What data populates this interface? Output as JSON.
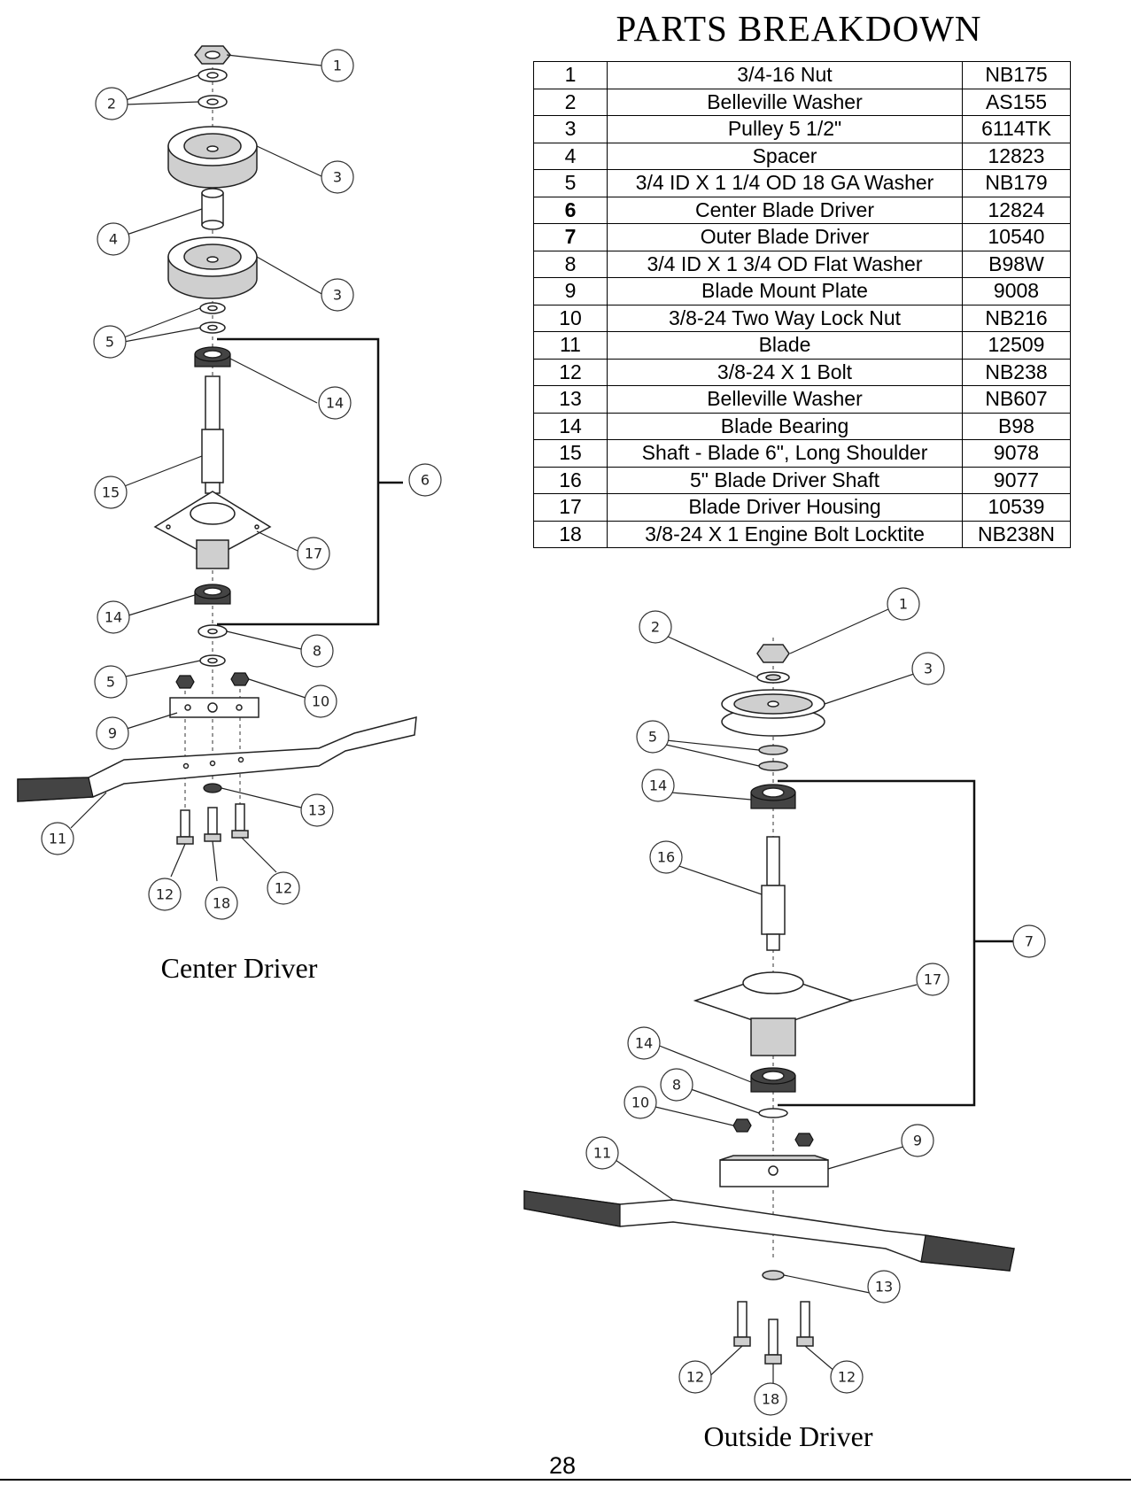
{
  "title": "PARTS BREAKDOWN",
  "parts": [
    {
      "num": "1",
      "desc": "3/4-16 Nut",
      "part": "NB175"
    },
    {
      "num": "2",
      "desc": "Belleville Washer",
      "part": "AS155"
    },
    {
      "num": "3",
      "desc": "Pulley 5 1/2\"",
      "part": "6114TK"
    },
    {
      "num": "4",
      "desc": "Spacer",
      "part": "12823"
    },
    {
      "num": "5",
      "desc": "3/4 ID X 1 1/4 OD 18 GA Washer",
      "part": "NB179"
    },
    {
      "num": "6",
      "desc": "Center Blade Driver",
      "part": "12824"
    },
    {
      "num": "7",
      "desc": "Outer Blade Driver",
      "part": "10540"
    },
    {
      "num": "8",
      "desc": "3/4 ID X 1 3/4 OD Flat Washer",
      "part": "B98W"
    },
    {
      "num": "9",
      "desc": "Blade Mount Plate",
      "part": "9008"
    },
    {
      "num": "10",
      "desc": "3/8-24 Two Way Lock Nut",
      "part": "NB216"
    },
    {
      "num": "11",
      "desc": "Blade",
      "part": "12509"
    },
    {
      "num": "12",
      "desc": "3/8-24 X 1 Bolt",
      "part": "NB238"
    },
    {
      "num": "13",
      "desc": "Belleville Washer",
      "part": "NB607"
    },
    {
      "num": "14",
      "desc": "Blade Bearing",
      "part": "B98"
    },
    {
      "num": "15",
      "desc": "Shaft - Blade 6\", Long Shoulder",
      "part": "9078"
    },
    {
      "num": "16",
      "desc": "5\" Blade Driver Shaft",
      "part": "9077"
    },
    {
      "num": "17",
      "desc": "Blade Driver Housing",
      "part": "10539"
    },
    {
      "num": "18",
      "desc": "3/8-24 X 1 Engine Bolt Locktite",
      "part": "NB238N"
    }
  ],
  "center_driver": {
    "caption": "Center Driver",
    "callouts": [
      "1",
      "2",
      "3",
      "4",
      "3",
      "5",
      "14",
      "15",
      "6",
      "17",
      "14",
      "8",
      "5",
      "10",
      "9",
      "13",
      "11",
      "12",
      "18",
      "12"
    ]
  },
  "outside_driver": {
    "caption": "Outside Driver",
    "callouts": [
      "1",
      "2",
      "3",
      "5",
      "14",
      "16",
      "7",
      "17",
      "14",
      "8",
      "10",
      "9",
      "11",
      "13",
      "12",
      "18",
      "12"
    ]
  },
  "page_number": "28"
}
